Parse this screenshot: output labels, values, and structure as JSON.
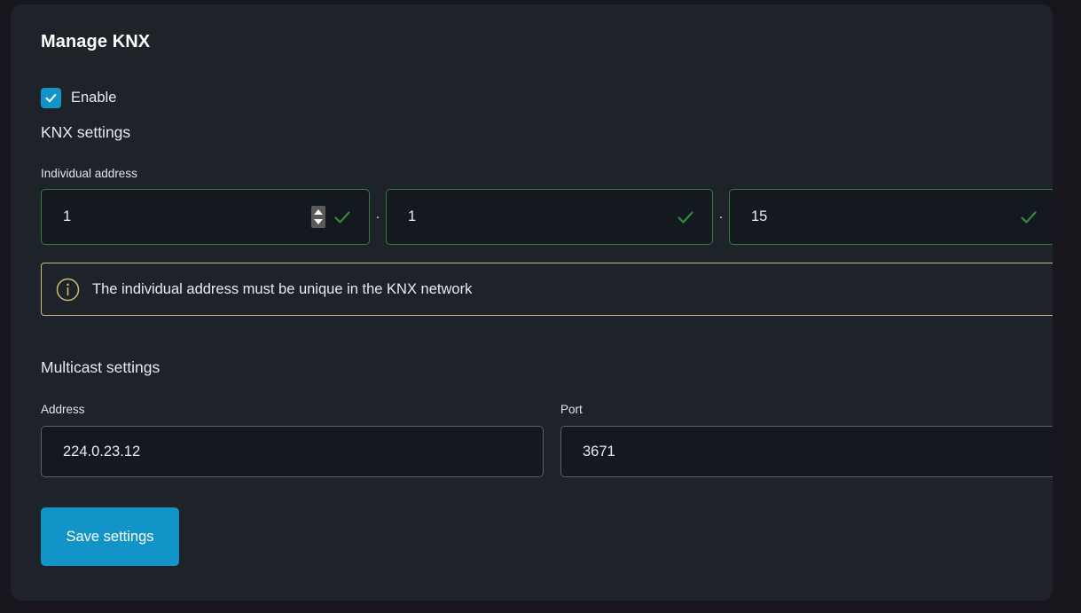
{
  "panel": {
    "title": "Manage KNX"
  },
  "enable": {
    "label": "Enable",
    "checked": true,
    "accent_color": "#1294c8"
  },
  "knx_settings": {
    "heading": "KNX settings",
    "individual_address": {
      "label": "Individual address",
      "separator": ".",
      "fields": [
        {
          "value": "1",
          "valid": true,
          "has_spinner": true
        },
        {
          "value": "1",
          "valid": true,
          "has_spinner": false
        },
        {
          "value": "15",
          "valid": true,
          "has_spinner": false
        }
      ],
      "valid_color": "#2f7d3e"
    },
    "info_banner": {
      "icon": "info-circle-icon",
      "text": "The individual address must be unique in the KNX network",
      "border_color": "#cbbc74"
    }
  },
  "multicast_settings": {
    "heading": "Multicast settings",
    "address": {
      "label": "Address",
      "value": "224.0.23.12"
    },
    "port": {
      "label": "Port",
      "value": "3671"
    }
  },
  "actions": {
    "save_label": "Save settings",
    "save_color": "#1294c8"
  }
}
